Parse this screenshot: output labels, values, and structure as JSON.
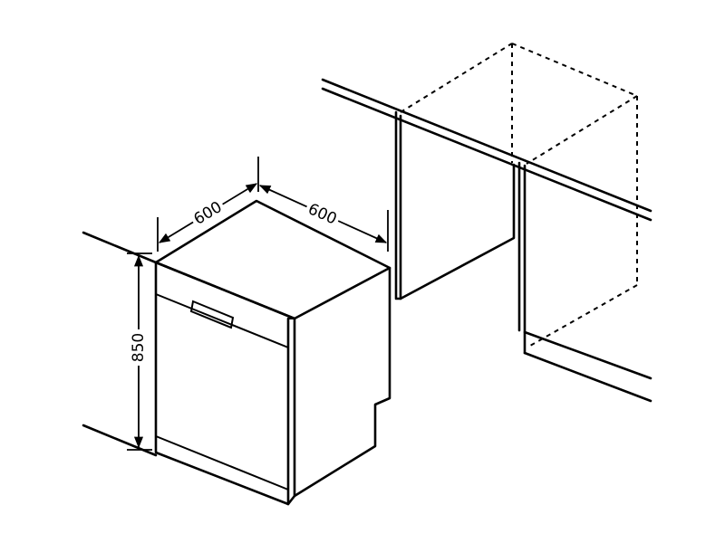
{
  "dimensions": {
    "depth": "600",
    "width": "600",
    "height": "850"
  },
  "colors": {
    "stroke": "#000000",
    "background": "#ffffff"
  }
}
